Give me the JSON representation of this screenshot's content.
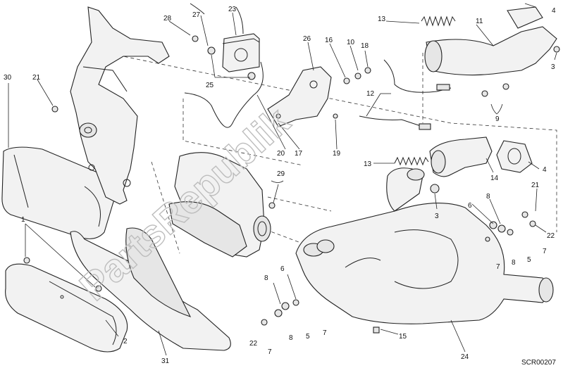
{
  "watermark": "PartsRepublik",
  "diagram_code": "SCR00207",
  "callouts": {
    "c1": "1",
    "c2": "2",
    "c3a": "3",
    "c3b": "3",
    "c4a": "4",
    "c4b": "4",
    "c5a": "5",
    "c5b": "5",
    "c6a": "6",
    "c6b": "6",
    "c7a": "7",
    "c7b": "7",
    "c7c": "7",
    "c7d": "7",
    "c8a": "8",
    "c8b": "8",
    "c8c": "8",
    "c8d": "8",
    "c9": "9",
    "c10": "10",
    "c11": "11",
    "c12": "12",
    "c13a": "13",
    "c13b": "13",
    "c14": "14",
    "c15": "15",
    "c16": "16",
    "c17": "17",
    "c18": "18",
    "c19": "19",
    "c20": "20",
    "c21a": "21",
    "c21b": "21",
    "c22a": "22",
    "c22b": "22",
    "c23": "23",
    "c24": "24",
    "c25": "25",
    "c26": "26",
    "c27": "27",
    "c28": "28",
    "c29": "29",
    "c30": "30",
    "c31": "31"
  }
}
